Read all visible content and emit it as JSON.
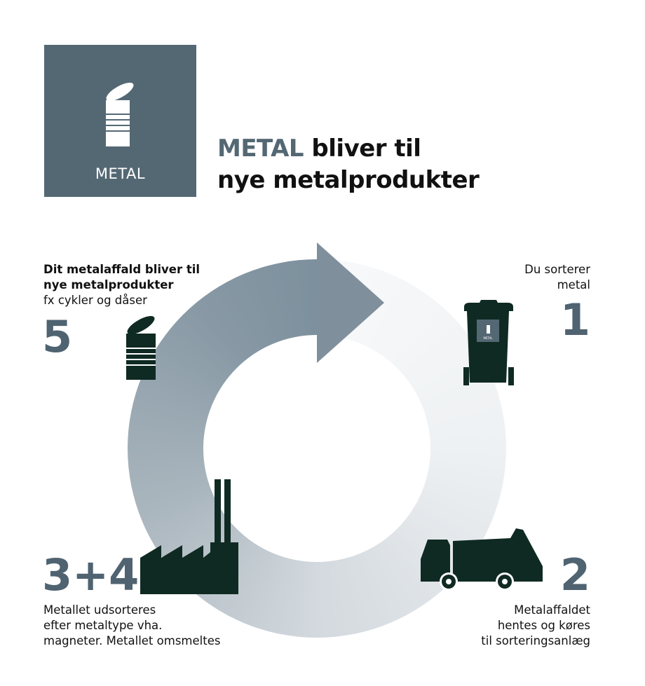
{
  "badge": {
    "label": "METAL",
    "icon": "tin-can-icon"
  },
  "title": {
    "accent": "METAL",
    "rest_line1": " bliver til",
    "line2": "nye metalprodukter"
  },
  "steps": [
    {
      "number": "1",
      "text_lines": [
        "Du sorterer",
        "metal"
      ],
      "icon": "wheelie-bin-icon",
      "bin_label": "METAL"
    },
    {
      "number": "2",
      "text_lines": [
        "Metalaffaldet",
        "hentes og køres",
        "til sorteringsanlæg"
      ],
      "icon": "garbage-truck-icon"
    },
    {
      "number": "3+4",
      "text_lines": [
        "Metallet udsorteres",
        "efter metaltype vha.",
        "magneter. Metallet omsmeltes"
      ],
      "icon": "factory-icon"
    },
    {
      "number": "5",
      "bold_lines": [
        "Dit metalaffald bliver til",
        "nye metalprodukter"
      ],
      "text_lines": [
        "fx cykler og dåser"
      ],
      "icon": "tin-can-icon"
    }
  ],
  "colors": {
    "accent": "#546874",
    "dark": "#0f2a22",
    "number": "#4f6371"
  }
}
